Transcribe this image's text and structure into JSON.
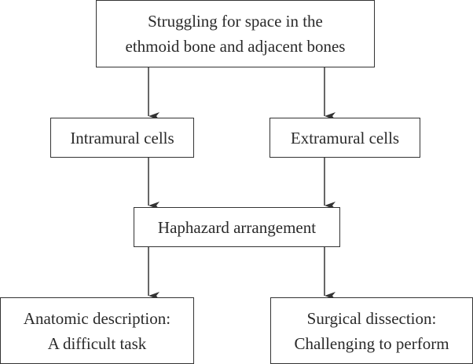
{
  "diagram": {
    "type": "flowchart",
    "nodes": {
      "top": {
        "lines": [
          "Struggling for space in the",
          "ethmoid bone and adjacent bones"
        ]
      },
      "intramural": {
        "lines": [
          "Intramural cells"
        ]
      },
      "extramural": {
        "lines": [
          "Extramural cells"
        ]
      },
      "haphazard": {
        "lines": [
          "Haphazard arrangement"
        ]
      },
      "anatomic": {
        "lines": [
          "Anatomic description:",
          "A difficult task"
        ]
      },
      "surgical": {
        "lines": [
          "Surgical dissection:",
          "Challenging to perform"
        ]
      }
    },
    "edges": [
      {
        "from": "top",
        "to": "intramural"
      },
      {
        "from": "top",
        "to": "extramural"
      },
      {
        "from": "intramural",
        "to": "haphazard"
      },
      {
        "from": "extramural",
        "to": "haphazard"
      },
      {
        "from": "haphazard",
        "to": "anatomic"
      },
      {
        "from": "haphazard",
        "to": "surgical"
      }
    ],
    "colors": {
      "stroke": "#333333",
      "text": "#2a2a2a",
      "background": "#ffffff"
    }
  }
}
